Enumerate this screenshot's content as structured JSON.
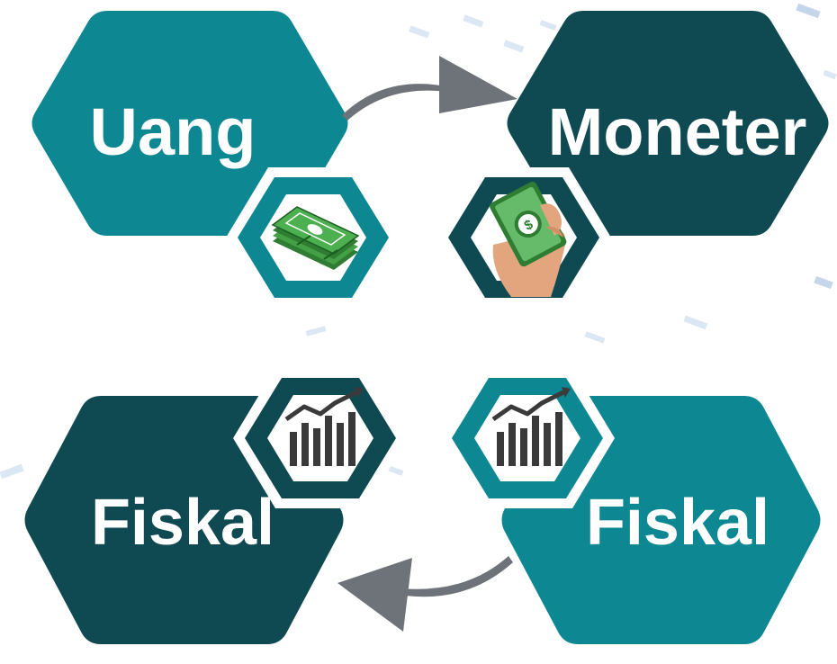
{
  "nodes": {
    "top_left": {
      "label": "Uang"
    },
    "top_right": {
      "label": "Moneter"
    },
    "bottom_left": {
      "label": "Fiskal"
    },
    "bottom_right": {
      "label": "Fiskal"
    }
  },
  "colors": {
    "teal": "#0d8791",
    "dark_teal": "#0f4a53",
    "arrow_gray": "#6e7379",
    "money_green": "#2e7d32",
    "skin": "#e3a57e"
  },
  "icons": [
    "cash-stack-icon",
    "phone-payment-icon",
    "bar-chart-icon",
    "bar-chart-icon"
  ]
}
